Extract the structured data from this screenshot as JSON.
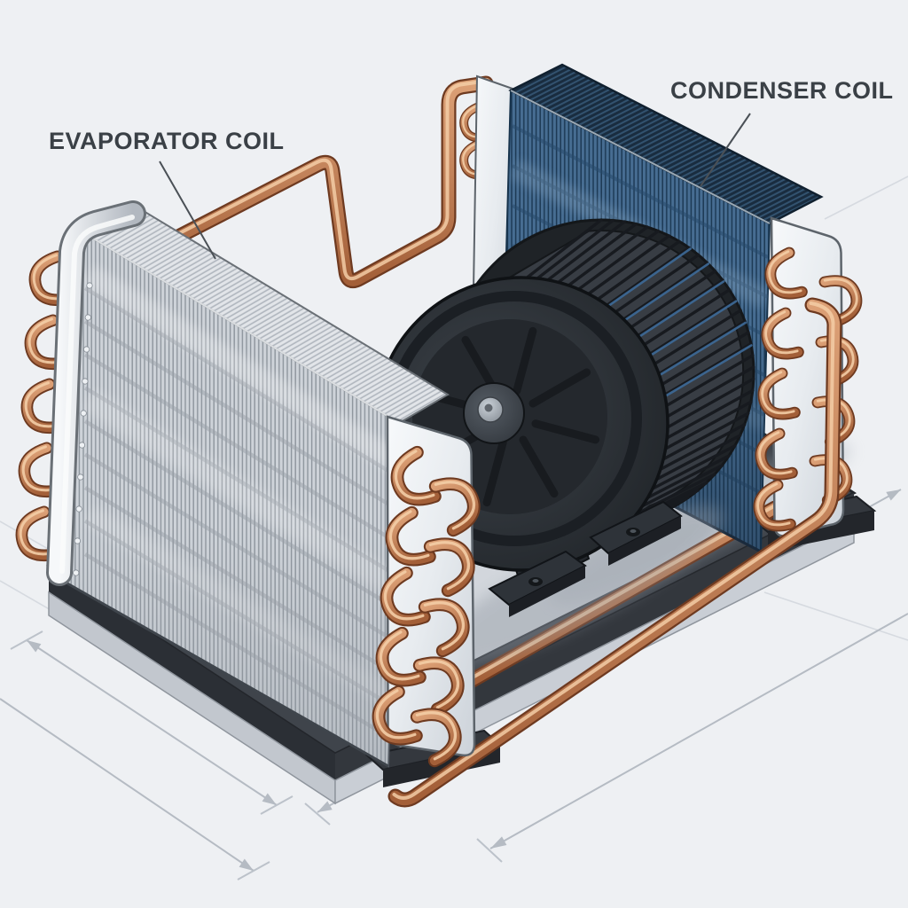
{
  "title": "Evaporator coil, condenser coil and blower — isometric technical illustration",
  "labels": {
    "evaporator": "EVAPORATOR COIL",
    "condenser": "CONDENSER COIL"
  },
  "parts": [
    "evaporator-coil",
    "condenser-coil",
    "blower-wheel",
    "copper-refrigerant-tubing",
    "base-platform",
    "dimension-lines"
  ],
  "colors": {
    "background": "#eef0f3",
    "label_text": "#3a4046",
    "leader_line": "#4a5056",
    "dimension_line": "#b5bbc3",
    "copper": "#c98a63",
    "copper_outline": "#6e3a20",
    "evaporator_fins": "#ced3d9",
    "condenser_fins": "#476d92",
    "condenser_fins_dark": "#192c3f",
    "blower_body": "#2b2f35",
    "platform_rim": "#3f444b",
    "platform_floor": "#d8dce1",
    "platform_skirt": "#c8cdd4",
    "end_plate": "#eef1f4"
  }
}
